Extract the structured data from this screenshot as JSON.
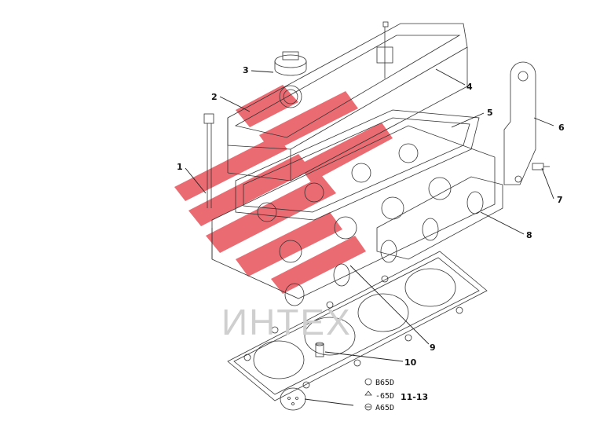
{
  "colors": {
    "line": "#333333",
    "watermark_red": "#e8525a",
    "watermark_gray": "#c8c8c8"
  },
  "watermark": {
    "text": "ИНТЕХ"
  },
  "callouts": [
    {
      "id": "1",
      "label": "1"
    },
    {
      "id": "2",
      "label": "2"
    },
    {
      "id": "3",
      "label": "3"
    },
    {
      "id": "4",
      "label": "4"
    },
    {
      "id": "5",
      "label": "5"
    },
    {
      "id": "6",
      "label": "6"
    },
    {
      "id": "7",
      "label": "7"
    },
    {
      "id": "8",
      "label": "8"
    },
    {
      "id": "9",
      "label": "9"
    },
    {
      "id": "10",
      "label": "10"
    },
    {
      "id": "11-13",
      "label": "11-13"
    }
  ],
  "gasket_grades": [
    "B65D",
    "-65D",
    "A65D"
  ]
}
